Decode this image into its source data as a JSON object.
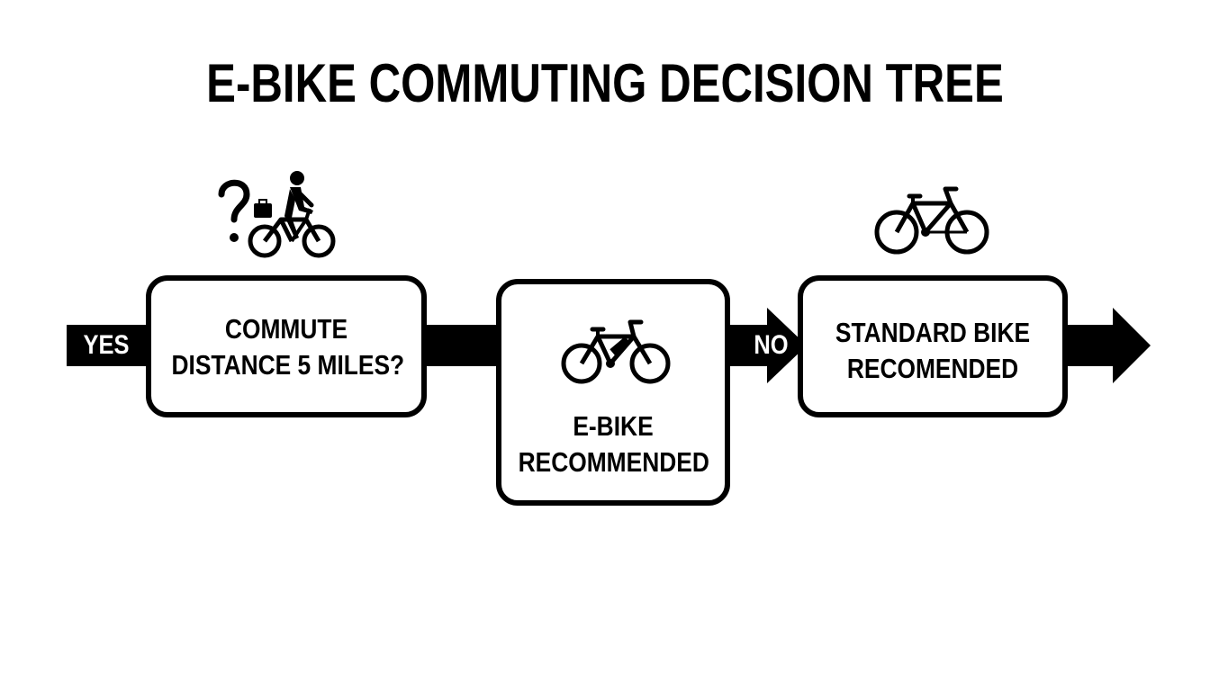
{
  "title": "E-BIKE COMMUTING DECISION TREE",
  "flow": {
    "yes_label": "YES",
    "no_label": "NO"
  },
  "nodes": {
    "question": {
      "line1": "COMMUTE",
      "line2": "DISTANCE 5 MILES?",
      "icon": "question-cyclist-icon"
    },
    "ebike": {
      "line1": "E-BIKE",
      "line2": "RECOMMENDED",
      "icon": "e-bike-icon"
    },
    "standard": {
      "line1": "STANDARD BIKE",
      "line2": "RECOMENDED",
      "icon": "bicycle-icon"
    }
  },
  "colors": {
    "ink": "#000000",
    "background": "#ffffff"
  }
}
